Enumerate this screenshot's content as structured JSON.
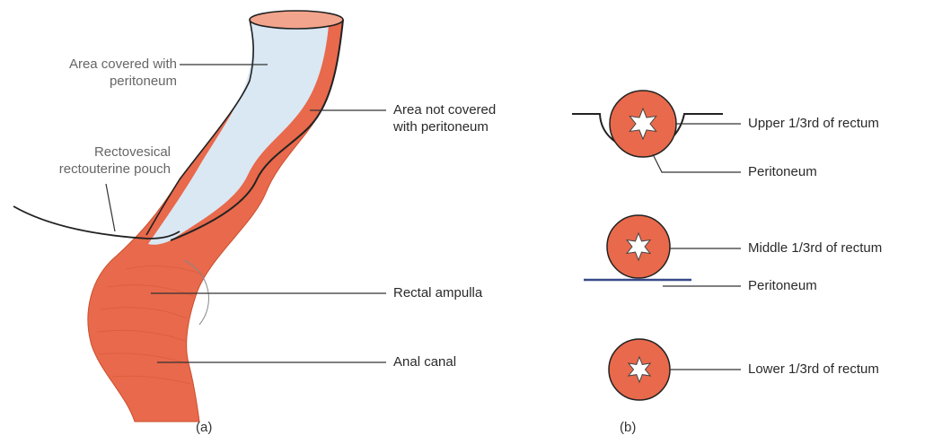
{
  "colors": {
    "rectum": "#e8694b",
    "rectum_dark": "#c9502f",
    "peritoneum_fill": "#d9e8f3",
    "line": "#222222",
    "peritoneum_b2": "#3a4a8a",
    "mucosa": "#ffffff"
  },
  "panel_a": {
    "label": "(a)",
    "labels": {
      "area_covered_line1": "Area covered with",
      "area_covered_line2": "peritoneum",
      "pouch_line1": "Rectovesical",
      "pouch_line2": "rectouterine pouch",
      "area_not_covered_line1": "Area not covered",
      "area_not_covered_line2": "with peritoneum",
      "rectal_ampulla": "Rectal ampulla",
      "anal_canal": "Anal canal"
    }
  },
  "panel_b": {
    "label": "(b)",
    "labels": {
      "upper": "Upper 1/3rd of rectum",
      "peritoneum_1": "Peritoneum",
      "middle": "Middle 1/3rd of rectum",
      "peritoneum_2": "Peritoneum",
      "lower": "Lower 1/3rd of rectum"
    }
  }
}
